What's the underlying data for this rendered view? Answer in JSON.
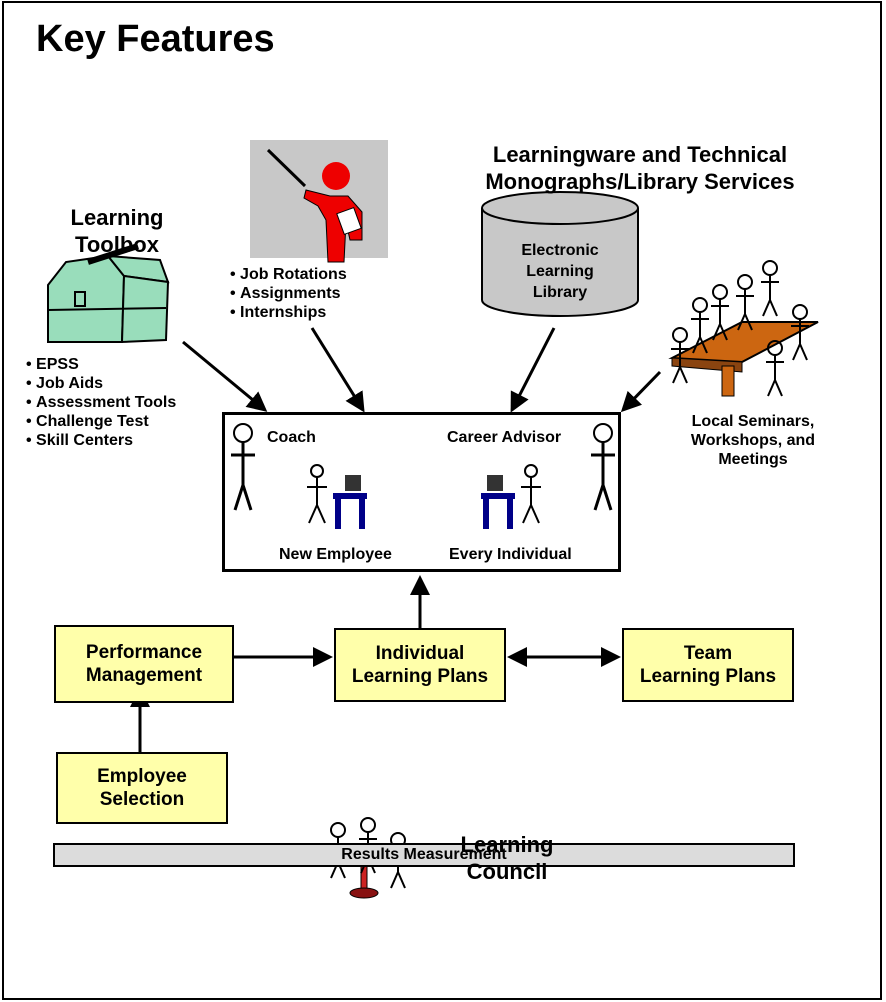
{
  "title": "Key Features",
  "toolbox": {
    "title": "Learning Toolbox",
    "items": [
      "EPSS",
      "Job Aids",
      "Assessment Tools",
      "Challenge Test",
      "Skill Centers"
    ]
  },
  "rotations": {
    "items": [
      "Job Rotations",
      "Assignments",
      "Internships"
    ]
  },
  "library": {
    "title_line1": "Learningware and Technical",
    "title_line2": "Monographs/Library Services",
    "cylinder_label": "Electronic Learning Library"
  },
  "seminars": {
    "label": "Local Seminars, Workshops, and Meetings"
  },
  "center": {
    "coach": "Coach",
    "career_advisor": "Career Advisor",
    "new_employee": "New Employee",
    "every_individual": "Every Individual"
  },
  "plans": {
    "performance": "Performance\nManagement",
    "individual": "Individual\nLearning Plans",
    "team": "Team\nLearning Plans",
    "selection": "Employee\nSelection"
  },
  "results": "Results Measurement",
  "council": "Learning Council",
  "colors": {
    "box_fill": "#ffffaa",
    "toolbox_green": "#99ddbb",
    "presenter_red": "#ee0000",
    "cylinder_gray": "#c8c8c8",
    "table_brown": "#cc6611",
    "desk_blue": "#000088",
    "council_table": "#cc2222"
  }
}
